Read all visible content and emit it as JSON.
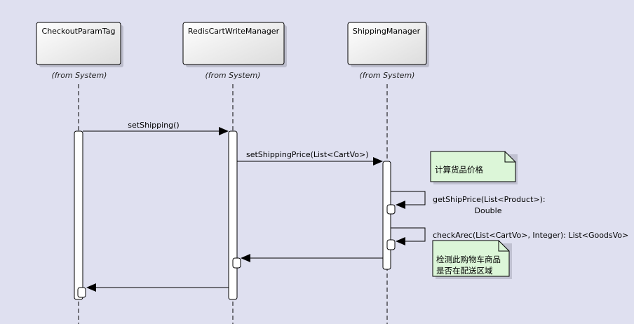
{
  "lifelines": [
    {
      "name": "CheckoutParamTag",
      "source": "(from System)"
    },
    {
      "name": "RedisCartWriteManager",
      "source": "(from System)"
    },
    {
      "name": "ShippingManager",
      "source": "(from System)"
    }
  ],
  "messages": {
    "set_shipping": "setShipping()",
    "set_shipping_price": "setShippingPrice(List<CartVo>)",
    "get_ship_price_line1": "getShipPrice(List<Product>):",
    "get_ship_price_line2": "Double",
    "check_arec": "checkArec(List<CartVo>, Integer): List<GoodsVo>"
  },
  "notes": {
    "price_note": "计算货品价格",
    "area_note_line1": "检测此购物车商品",
    "area_note_line2": "是否在配送区域"
  },
  "colors": {
    "background": "#dfe0f0",
    "note_fill": "#dcf6d8",
    "line": "#000000"
  }
}
